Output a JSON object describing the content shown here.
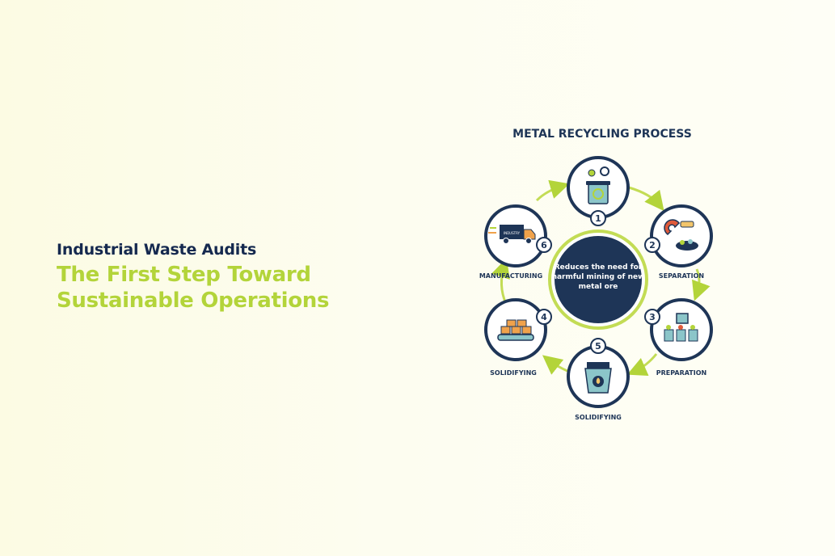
{
  "heading": {
    "subtitle": "Industrial Waste Audits",
    "title_line1": "The First Step Toward",
    "title_line2": "Sustainable Operations"
  },
  "diagram": {
    "title": "METAL RECYCLING PROCESS",
    "center_text": "Reduces the need for harmful mining of new metal ore",
    "steps": [
      {
        "number": "1",
        "label": "",
        "icon": "recycling-bin-icon"
      },
      {
        "number": "2",
        "label": "SEPARATION",
        "icon": "magnet-icon"
      },
      {
        "number": "3",
        "label": "PREPARATION",
        "icon": "shredder-icon"
      },
      {
        "number": "5",
        "label": "SOLIDIFYING",
        "icon": "furnace-icon"
      },
      {
        "number": "4",
        "label": "SOLIDIFYING",
        "icon": "metal-bars-icon"
      },
      {
        "number": "6",
        "label": "MANUFACTURING",
        "icon": "delivery-truck-icon"
      }
    ],
    "truck_text": "INDUSTRY",
    "colors": {
      "navy": "#1e3557",
      "green": "#b3d43a",
      "light_green": "#dbeab0"
    }
  }
}
